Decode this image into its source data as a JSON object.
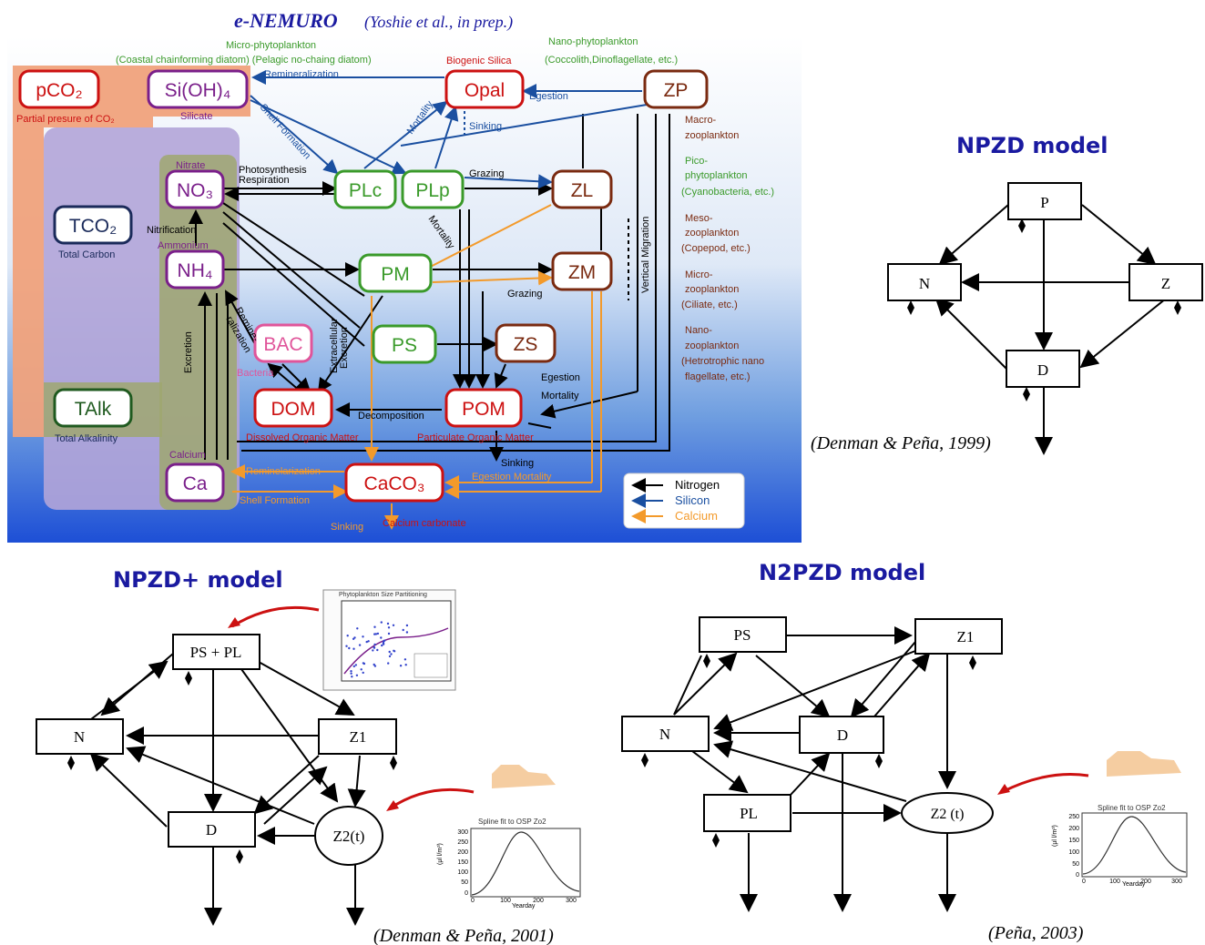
{
  "enemuro": {
    "title": "e-NEMURO",
    "title_ref": "(Yoshie et al., in prep.)",
    "boxes": {
      "pco2": "pCO₂",
      "sioh4": "Si(OH)₄",
      "no3": "NO₃",
      "nh4": "NH₄",
      "tco2": "TCO₂",
      "talk": "TAlk",
      "ca": "Ca",
      "plc": "PLc",
      "plp": "PLp",
      "pm": "PM",
      "ps": "PS",
      "bac": "BAC",
      "dom": "DOM",
      "pom": "POM",
      "caco3": "CaCO₃",
      "opal": "Opal",
      "zp": "ZP",
      "zl": "ZL",
      "zm": "ZM",
      "zs": "ZS"
    },
    "captions": {
      "pco2": "Partial presure of CO₂",
      "silicate": "Silicate",
      "nitrate": "Nitrate",
      "ammonium": "Ammonium",
      "tco2": "Total Carbon",
      "talk": "Total Alkalinity",
      "calcium": "Calcium",
      "bacteria": "Bacteria",
      "dom": "Dissolved Organic Matter",
      "pom": "Particulate Organic Matter",
      "caco3": "Calcium carbonate",
      "biogenic_silica": "Biogenic Silica"
    },
    "annotations": {
      "micro_phyto": "Micro-phytoplankton",
      "micro_phyto_sub": "(Coastal chainforming diatom) (Pelagic no-chaing diatom)",
      "nano_phyto": "Nano-phytoplankton",
      "nano_phyto_sub": "(Coccolith,Dinoflagellate, etc.)",
      "macro_zoo": "Macro-",
      "macro_zoo2": "zooplankton",
      "pico_phyto": "Pico-",
      "pico_phyto2": "phytoplankton",
      "pico_phyto3": "(Cyanobacteria, etc.)",
      "meso_zoo": "Meso-",
      "meso_zoo2": "zooplankton",
      "meso_zoo3": "(Copepod, etc.)",
      "micro_zoo": "Micro-",
      "micro_zoo2": "zooplankton",
      "micro_zoo3": "(Ciliate, etc.)",
      "nano_zoo": "Nano-",
      "nano_zoo2": "zooplankton",
      "nano_zoo3": "(Hetrotrophic nano",
      "nano_zoo4": "flagellate, etc.)",
      "remineralization": "Remineralization",
      "shell_formation_si": "Shell Formation",
      "mortality": "Mortality",
      "sinking": "Sinking",
      "egestion": "Egestion",
      "photosynthesis": "Photosynthesis",
      "respiration": "Respiration",
      "grazing": "Grazing",
      "mortality2": "Mortality",
      "nitrification": "Nitrification",
      "grazing2": "Grazing",
      "vertical_migration": "Vertical Migration",
      "excretion": "Excretion",
      "remineralization2": "Remine-",
      "remineralization3": "ralization",
      "extracellular": "Extracellular",
      "excretion2": "Excretion",
      "egestion2": "Egestion",
      "mortality3": "Mortality",
      "decomposition": "Decomposition",
      "reminelarization": "Reminelarization",
      "shell_formation_ca": "Shell Formation",
      "sinking2": "Sinking",
      "egestion_mortality": "Egestion Mortality",
      "sinking3": "Sinking"
    },
    "legend": {
      "nitrogen": "Nitrogen",
      "silicon": "Silicon",
      "calcium": "Calcium"
    }
  },
  "npzd": {
    "title": "NPZD model",
    "nodes": {
      "p": "P",
      "n": "N",
      "z": "Z",
      "d": "D"
    },
    "citation": "(Denman & Peña, 1999)"
  },
  "npzd_plus": {
    "title": "NPZD+ model",
    "nodes": {
      "pspl": "PS + PL",
      "n": "N",
      "z1": "Z1",
      "d": "D",
      "z2": "Z2(t)"
    },
    "citation": "(Denman & Peña, 2001)",
    "inset_title": "Phytoplankton Size Partitioning",
    "spline_title": "Spline fit to OSP Zo2",
    "spline_ylabel": "(μl l/m³)",
    "spline_xlabel": "Yearday",
    "spline_yticks": [
      "300",
      "250",
      "200",
      "150",
      "100",
      "50",
      "0"
    ],
    "spline_xticks": [
      "0",
      "100",
      "200",
      "300"
    ]
  },
  "n2pzd": {
    "title": "N2PZD model",
    "nodes": {
      "ps": "PS",
      "z1": "Z1",
      "n": "N",
      "d": "D",
      "pl": "PL",
      "z2": "Z2 (t)"
    },
    "citation": "(Peña, 2003)",
    "spline_title": "Spline fit to OSP Zo2",
    "spline_ylabel": "(μl l/m³)",
    "spline_xlabel": "Yearday",
    "spline_yticks": [
      "250",
      "200",
      "150",
      "100",
      "50",
      "0"
    ],
    "spline_xticks": [
      "0",
      "100",
      "200",
      "300"
    ]
  },
  "colors": {
    "nitrogen": "#000000",
    "silicon": "#1a4fa0",
    "calcium": "#f39a2b",
    "red_box": "#cc1111",
    "purple_box": "#7a1f8a",
    "green_box": "#3a9a2a",
    "brown_box": "#7a2a10",
    "title_blue": "#1a1aa0"
  }
}
